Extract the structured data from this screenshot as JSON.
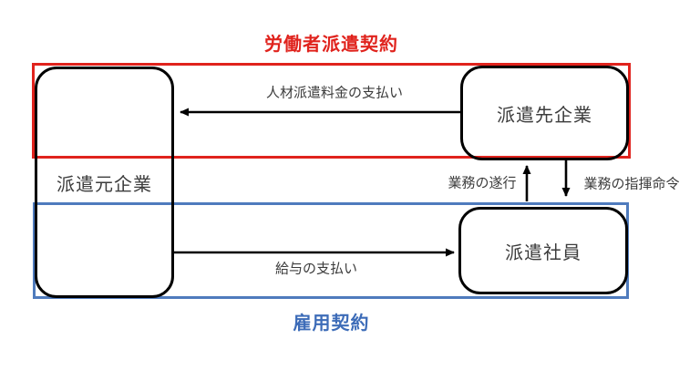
{
  "diagram": {
    "top_frame_label": "労働者派遣契約",
    "bottom_frame_label": "雇用契約",
    "nodes": {
      "agency": "派遣元企業",
      "client": "派遣先企業",
      "worker": "派遣社員"
    },
    "arrows": {
      "fee": "人材派遣料金の支払い",
      "duty": "業務の遂行",
      "command": "業務の指揮命令",
      "salary": "給与の支払い"
    },
    "colors": {
      "contract_red": "#e0231d",
      "contract_blue": "#4f7bbd",
      "node_border": "#000000",
      "text": "#3c3c3c"
    }
  }
}
